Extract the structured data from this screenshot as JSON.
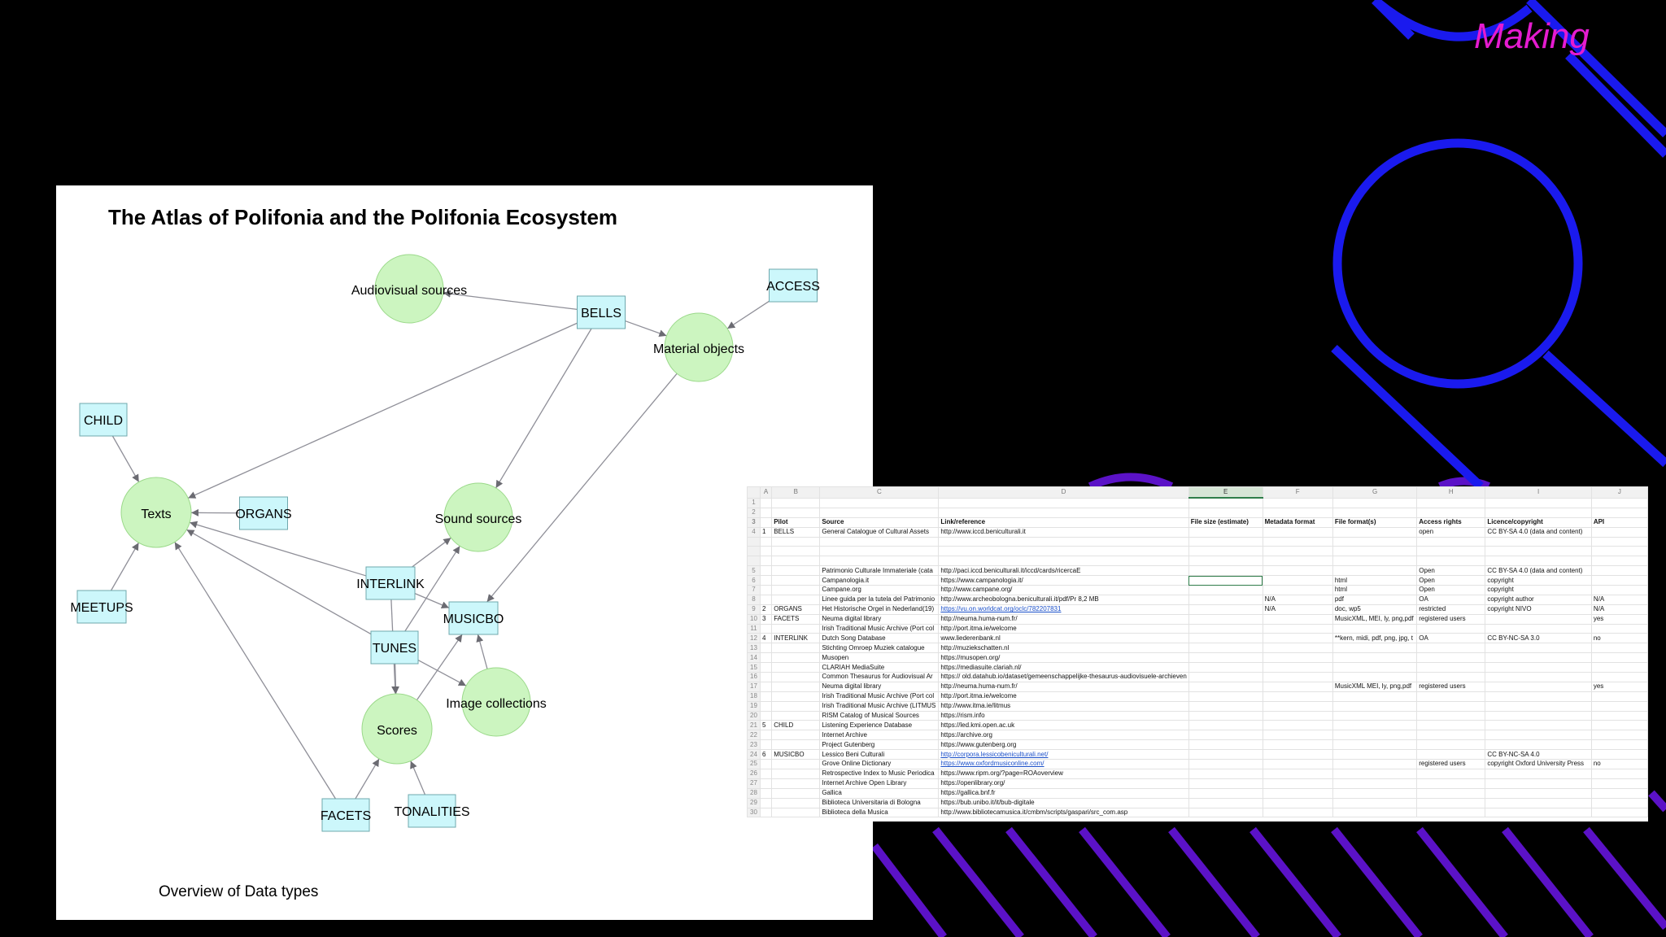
{
  "slide": {
    "corner_label": "Making",
    "colors": {
      "background": "#000000",
      "ring_blue": "#1a1aee",
      "stripe_purple": "#5b12c7",
      "corner_label": "#e51bd0"
    }
  },
  "diagram": {
    "title": "The Atlas of Polifonia and the Polifonia Ecosystem",
    "caption": "Overview of Data types",
    "colors": {
      "data_type_fill": "#ccf5c0",
      "pilot_fill": "#ccf7fb",
      "edge": "#8f8f98"
    },
    "nodes": [
      {
        "id": "audiovisual",
        "label": "Audiovisual sources",
        "kind": "data-type"
      },
      {
        "id": "material",
        "label": "Material objects",
        "kind": "data-type"
      },
      {
        "id": "texts",
        "label": "Texts",
        "kind": "data-type"
      },
      {
        "id": "sound",
        "label": "Sound sources",
        "kind": "data-type"
      },
      {
        "id": "scores",
        "label": "Scores",
        "kind": "data-type"
      },
      {
        "id": "images",
        "label": "Image collections",
        "kind": "data-type"
      },
      {
        "id": "access",
        "label": "ACCESS",
        "kind": "pilot"
      },
      {
        "id": "bells",
        "label": "BELLS",
        "kind": "pilot"
      },
      {
        "id": "child",
        "label": "CHILD",
        "kind": "pilot"
      },
      {
        "id": "organs",
        "label": "ORGANS",
        "kind": "pilot"
      },
      {
        "id": "meetups",
        "label": "MEETUPS",
        "kind": "pilot"
      },
      {
        "id": "interlink",
        "label": "INTERLINK",
        "kind": "pilot"
      },
      {
        "id": "musicbo",
        "label": "MUSICBO",
        "kind": "pilot"
      },
      {
        "id": "tunes",
        "label": "TUNES",
        "kind": "pilot"
      },
      {
        "id": "facets",
        "label": "FACETS",
        "kind": "pilot"
      },
      {
        "id": "tonalities",
        "label": "TONALITIES",
        "kind": "pilot"
      }
    ],
    "edges": [
      {
        "from": "bells",
        "to": "audiovisual"
      },
      {
        "from": "bells",
        "to": "material"
      },
      {
        "from": "bells",
        "to": "texts"
      },
      {
        "from": "bells",
        "to": "sound"
      },
      {
        "from": "access",
        "to": "material"
      },
      {
        "from": "material",
        "to": "musicbo"
      },
      {
        "from": "child",
        "to": "texts"
      },
      {
        "from": "organs",
        "to": "texts"
      },
      {
        "from": "meetups",
        "to": "texts"
      },
      {
        "from": "interlink",
        "to": "texts"
      },
      {
        "from": "interlink",
        "to": "sound"
      },
      {
        "from": "interlink",
        "to": "musicbo"
      },
      {
        "from": "interlink",
        "to": "scores"
      },
      {
        "from": "tunes",
        "to": "texts"
      },
      {
        "from": "tunes",
        "to": "sound"
      },
      {
        "from": "tunes",
        "to": "scores"
      },
      {
        "from": "tunes",
        "to": "images"
      },
      {
        "from": "scores",
        "to": "musicbo"
      },
      {
        "from": "images",
        "to": "musicbo"
      },
      {
        "from": "facets",
        "to": "texts"
      },
      {
        "from": "facets",
        "to": "scores"
      },
      {
        "from": "tonalities",
        "to": "scores"
      }
    ]
  },
  "spreadsheet": {
    "columns": [
      "A",
      "B",
      "C",
      "D",
      "E",
      "F",
      "G",
      "H",
      "I",
      "J"
    ],
    "selected_column": "E",
    "selected_cell": {
      "row": 6,
      "col": "E"
    },
    "header_row": 3,
    "link_cells": [
      {
        "row": 9,
        "col": "D"
      },
      {
        "row": 24,
        "col": "D"
      },
      {
        "row": 25,
        "col": "D"
      }
    ],
    "rows": [
      {
        "n": "1",
        "cells": [
          "",
          "",
          "",
          "",
          "",
          "",
          "",
          "",
          "",
          ""
        ]
      },
      {
        "n": "2",
        "cells": [
          "",
          "",
          "",
          "",
          "",
          "",
          "",
          "",
          "",
          ""
        ]
      },
      {
        "n": "3",
        "cells": [
          "",
          "Pilot",
          "Source",
          "Link/reference",
          "File size (estimate)",
          "Metadata format",
          "File format(s)",
          "Access rights",
          "Licence/copyright",
          "API"
        ]
      },
      {
        "n": "4",
        "cells": [
          "1",
          "BELLS",
          "General Catalogue of Cultural Assets",
          "http://www.iccd.beniculturali.it",
          "",
          "",
          "",
          "open",
          "CC BY-SA 4.0 (data and content)",
          ""
        ]
      },
      {
        "n": "",
        "cells": [
          "",
          "",
          "",
          "",
          "",
          "",
          "",
          "",
          "",
          ""
        ]
      },
      {
        "n": "",
        "cells": [
          "",
          "",
          "",
          "",
          "",
          "",
          "",
          "",
          "",
          ""
        ]
      },
      {
        "n": "",
        "cells": [
          "",
          "",
          "",
          "",
          "",
          "",
          "",
          "",
          "",
          ""
        ]
      },
      {
        "n": "5",
        "cells": [
          "",
          "",
          "Patrimonio Culturale Immateriale (cata",
          "http://paci.iccd.beniculturali.it/iccd/cards/ricercaE",
          "",
          "",
          "",
          "Open",
          "CC BY-SA 4.0 (data and content)",
          ""
        ]
      },
      {
        "n": "6",
        "cells": [
          "",
          "",
          "Campanologia.it",
          "https://www.campanologia.it/",
          "",
          "",
          "html",
          "Open",
          "copyright",
          ""
        ]
      },
      {
        "n": "7",
        "cells": [
          "",
          "",
          "Campane.org",
          "http://www.campane.org/",
          "",
          "",
          "html",
          "Open",
          "copyright",
          ""
        ]
      },
      {
        "n": "8",
        "cells": [
          "",
          "",
          "Linee guida per la tutela del Patrimonio",
          "http://www.archeobologna.beniculturali.it/pdf/Pr 8,2 MB",
          "",
          "N/A",
          "pdf",
          "OA",
          "copyright author",
          "N/A"
        ]
      },
      {
        "n": "9",
        "cells": [
          "2",
          "ORGANS",
          "Het Historische Orgel in Nederland(19)",
          "https://vu.on.worldcat.org/oclc/782207831",
          "",
          "N/A",
          "doc, wp5",
          "restricted",
          "copyright NIVO",
          "N/A"
        ]
      },
      {
        "n": "10",
        "cells": [
          "3",
          "FACETS",
          "Neuma digital library",
          "http://neuma.huma-num.fr/",
          "",
          "",
          "MusicXML, MEI, ly, png,pdf",
          "registered users",
          "",
          "yes"
        ]
      },
      {
        "n": "11",
        "cells": [
          "",
          "",
          "Irish Traditional Music Archive (Port col",
          "http://port.itma.ie/welcome",
          "",
          "",
          "",
          "",
          "",
          ""
        ]
      },
      {
        "n": "12",
        "cells": [
          "4",
          "INTERLINK",
          "Dutch Song Database",
          "www.liederenbank.nl",
          "",
          "",
          "**kern, midi, pdf, png, jpg, t",
          "OA",
          "CC BY-NC-SA 3.0",
          "no"
        ]
      },
      {
        "n": "13",
        "cells": [
          "",
          "",
          "Stichting Omroep Muziek catalogue",
          "http://muziekschatten.nl",
          "",
          "",
          "",
          "",
          "",
          ""
        ]
      },
      {
        "n": "14",
        "cells": [
          "",
          "",
          "Musopen",
          "https://musopen.org/",
          "",
          "",
          "",
          "",
          "",
          ""
        ]
      },
      {
        "n": "15",
        "cells": [
          "",
          "",
          "CLARIAH MediaSuite",
          "https://mediasuite.clariah.nl/",
          "",
          "",
          "",
          "",
          "",
          ""
        ]
      },
      {
        "n": "16",
        "cells": [
          "",
          "",
          "Common Thesaurus for Audiovisual Ar",
          "https:// old.datahub.io/dataset/gemeenschappelijke-thesaurus-audiovisuele-archieven",
          "",
          "",
          "",
          "",
          "",
          ""
        ]
      },
      {
        "n": "17",
        "cells": [
          "",
          "",
          "Neuma digital library",
          "http://neuma.huma-num.fr/",
          "",
          "",
          "MusicXML MEI, ly, png,pdf",
          "registered users",
          "",
          "yes"
        ]
      },
      {
        "n": "18",
        "cells": [
          "",
          "",
          "Irish Traditional Music Archive (Port col",
          "http://port.itma.ie/welcome",
          "",
          "",
          "",
          "",
          "",
          ""
        ]
      },
      {
        "n": "19",
        "cells": [
          "",
          "",
          "Irish Traditional Music Archive (LITMUS",
          "http://www.itma.ie/litmus",
          "",
          "",
          "",
          "",
          "",
          ""
        ]
      },
      {
        "n": "20",
        "cells": [
          "",
          "",
          "RISM Catalog of Musical Sources",
          "https://rism.info",
          "",
          "",
          "",
          "",
          "",
          ""
        ]
      },
      {
        "n": "21",
        "cells": [
          "5",
          "CHILD",
          "Listening Experience Database",
          "https://led.kmi.open.ac.uk",
          "",
          "",
          "",
          "",
          "",
          ""
        ]
      },
      {
        "n": "22",
        "cells": [
          "",
          "",
          "Internet Archive",
          "https://archive.org",
          "",
          "",
          "",
          "",
          "",
          ""
        ]
      },
      {
        "n": "23",
        "cells": [
          "",
          "",
          "Project Gutenberg",
          "https://www.gutenberg.org",
          "",
          "",
          "",
          "",
          "",
          ""
        ]
      },
      {
        "n": "24",
        "cells": [
          "6",
          "MUSICBO",
          "Lessico Beni Culturali",
          "http://corpora.lessicobeniculturali.net/",
          "",
          "",
          "",
          "",
          "CC BY-NC-SA 4.0",
          ""
        ]
      },
      {
        "n": "25",
        "cells": [
          "",
          "",
          "Grove Online Dictionary",
          "https://www.oxfordmusiconline.com/",
          "",
          "",
          "",
          "registered users",
          "copyright Oxford University Press",
          "no"
        ]
      },
      {
        "n": "26",
        "cells": [
          "",
          "",
          "Retrospective Index to Music Periodica",
          "https://www.ripm.org/?page=ROAoverview",
          "",
          "",
          "",
          "",
          "",
          ""
        ]
      },
      {
        "n": "27",
        "cells": [
          "",
          "",
          "Internet Archive Open Library",
          "https://openlibrary.org/",
          "",
          "",
          "",
          "",
          "",
          ""
        ]
      },
      {
        "n": "28",
        "cells": [
          "",
          "",
          "Gallica",
          "https://gallica.bnf.fr",
          "",
          "",
          "",
          "",
          "",
          ""
        ]
      },
      {
        "n": "29",
        "cells": [
          "",
          "",
          "Biblioteca Universitaria di Bologna",
          "https://bub.unibo.it/it/bub-digitale",
          "",
          "",
          "",
          "",
          "",
          ""
        ]
      },
      {
        "n": "30",
        "cells": [
          "",
          "",
          "Biblioteca della Musica",
          "http://www.bibliotecamusica.it/cmbm/scripts/gaspari/src_com.asp",
          "",
          "",
          "",
          "",
          "",
          ""
        ]
      }
    ]
  }
}
